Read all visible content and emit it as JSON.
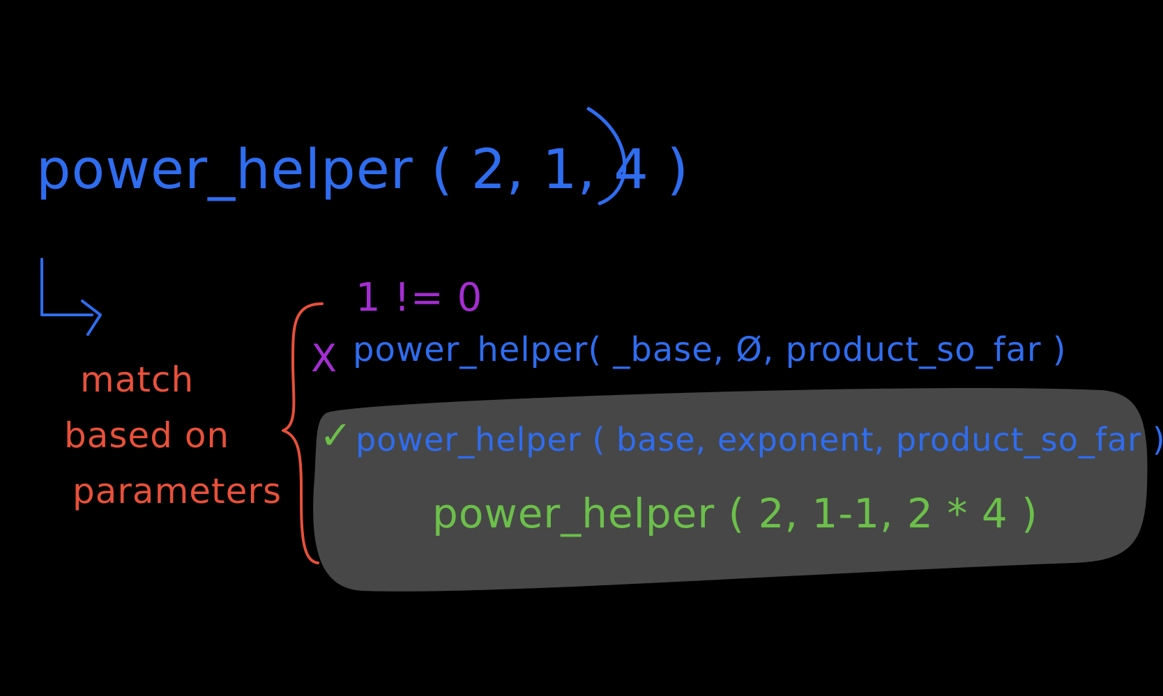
{
  "colors": {
    "background": "#000000",
    "highlight": "#474747",
    "blue": "#2f6df0",
    "red": "#e8503a",
    "green": "#6cc04a",
    "purple": "#a42dd2"
  },
  "call": "power_helper ( 2, 1, 4 )",
  "condition": "1 != 0",
  "clause_rejected": {
    "mark": "X",
    "text": "power_helper( _base, Ø, product_so_far )"
  },
  "clause_matched": {
    "mark": "✓",
    "text": "power_helper ( base, exponent, product_so_far )"
  },
  "recursive_call": "power_helper ( 2, 1-1, 2 * 4 )",
  "annotation": {
    "line1": "match",
    "line2": "based on",
    "line3": "parameters"
  }
}
